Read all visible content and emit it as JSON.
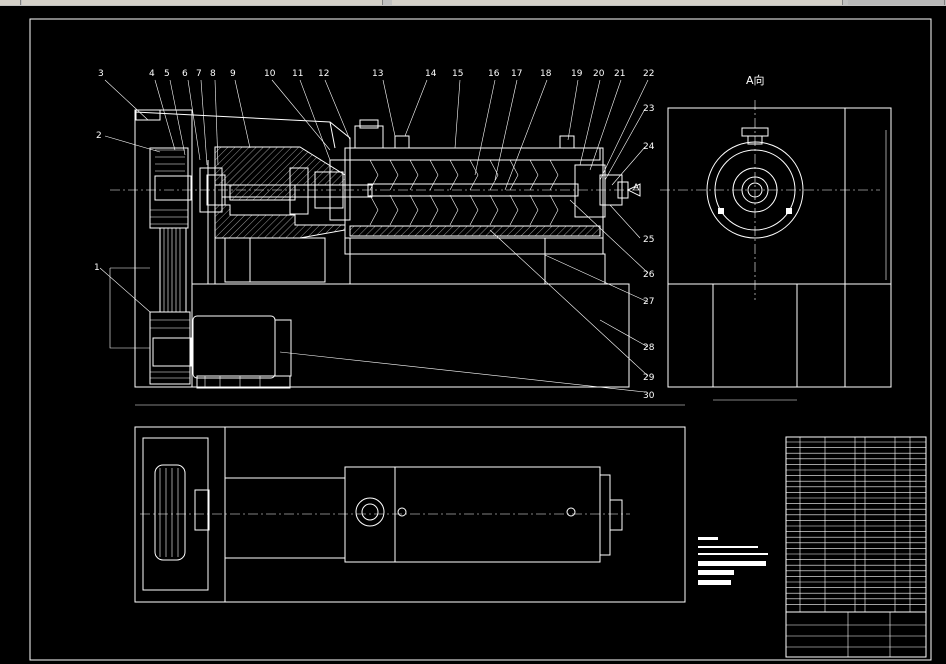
{
  "callouts": [
    "1",
    "2",
    "3",
    "4",
    "5",
    "6",
    "7",
    "8",
    "9",
    "10",
    "11",
    "12",
    "13",
    "14",
    "15",
    "16",
    "17",
    "18",
    "19",
    "20",
    "21",
    "22",
    "23",
    "24",
    "25",
    "26",
    "27",
    "28",
    "29",
    "30"
  ],
  "view_label": "A向",
  "arrow_label": "A",
  "colors": {
    "background": "#000000",
    "lines": "#ffffff",
    "titlebar": "#c0c0c0"
  }
}
